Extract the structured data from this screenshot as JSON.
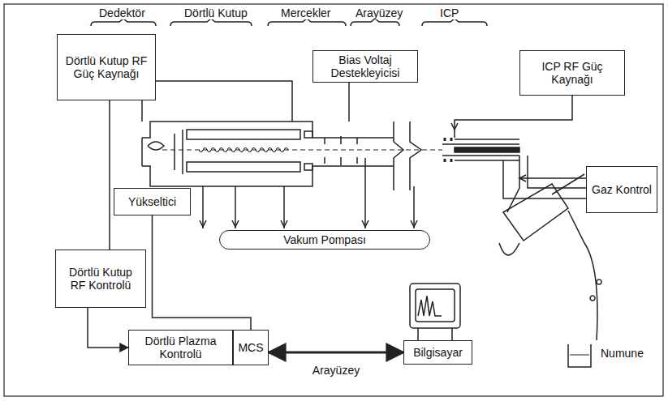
{
  "diagram": {
    "nodes": [
      {
        "text": [
          "Dörtlü Kutup RF Güç Kaynağı"
        ]
      },
      {
        "text": [
          "Bias Voltaj Destekleyicisi"
        ]
      },
      {
        "text": [
          "ICP RF Güç Kaynağı"
        ]
      },
      {
        "text": [
          "Yükseltici"
        ]
      },
      {
        "text": [
          "Gaz Kontrol"
        ]
      },
      {
        "text": [
          "Vakum Pompası"
        ]
      },
      {
        "text": [
          "Dörtlü Kutup RF Kontrolü"
        ]
      },
      {
        "text": [
          "Dörtlü Plazma Kontrolü"
        ]
      },
      {
        "text": [
          "MCS"
        ]
      },
      {
        "text": [
          "Bilgisayar"
        ]
      }
    ],
    "edges": [
      {
        "from": 6,
        "to": 0,
        "arrow": "none"
      },
      {
        "from": 6,
        "to": 7,
        "arrow": "to"
      },
      {
        "from": 3,
        "to": 8,
        "arrow": "none"
      },
      {
        "from": 8,
        "to": 9,
        "label": "Arayüzey",
        "arrow": "both"
      }
    ],
    "labels": [
      "Dedektör",
      "Dörtlü Kutup",
      "Mercekler",
      "Arayüzey",
      "ICP",
      "Numune"
    ]
  }
}
